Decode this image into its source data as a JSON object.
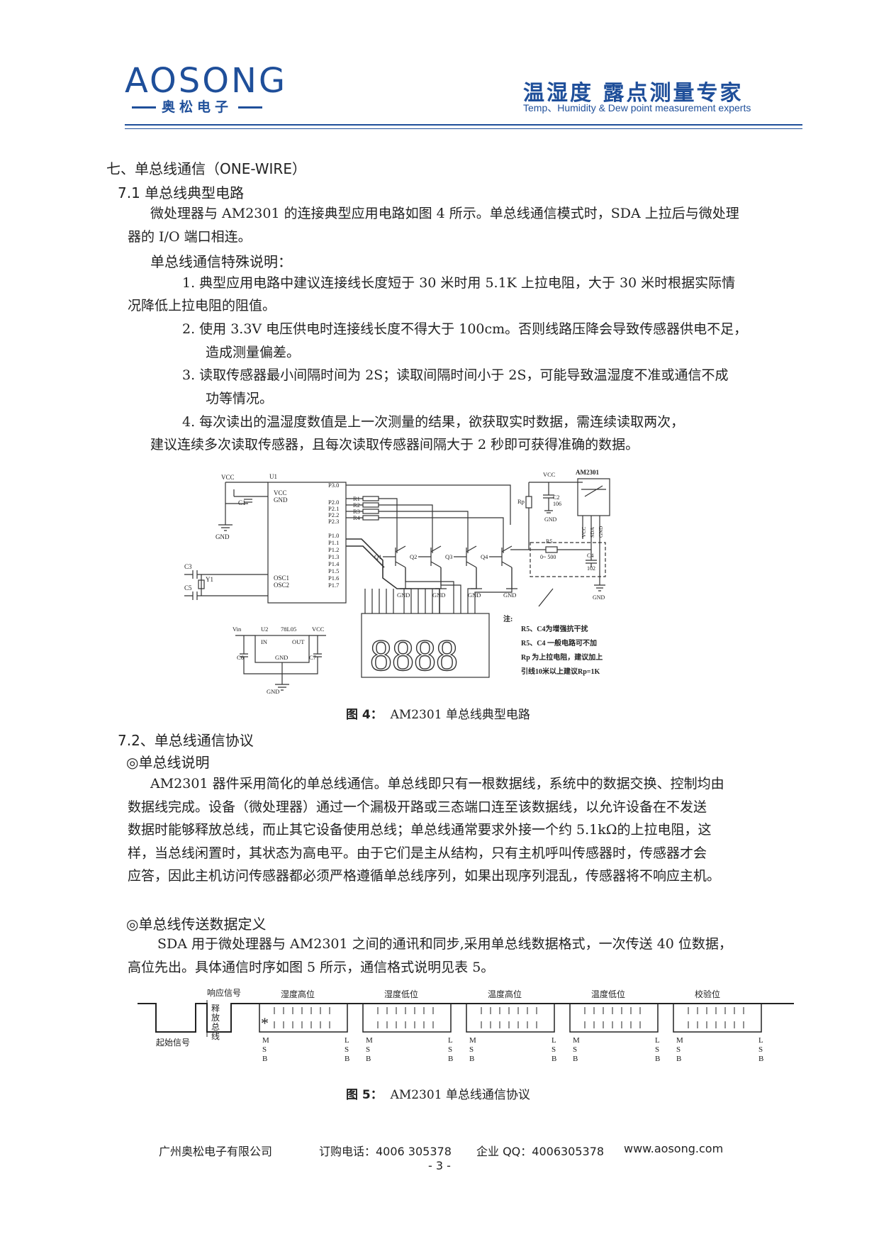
{
  "header": {
    "logo_text": "AOSONG",
    "logo_sub": "奥松电子",
    "slogan": "温湿度 露点测量专家",
    "slogan_en": "Temp、Humidity & Dew point measurement experts"
  },
  "section7": {
    "title": "七、单总线通信（ONE-WIRE）",
    "s71_title": "7.1 单总线典型电路",
    "s71_p1": "微处理器与 AM2301 的连接典型应用电路如图 4 所示。单总线通信模式时，SDA 上拉后与微处理",
    "s71_p1b": "器的 I/O 端口相连。",
    "special_title": "单总线通信特殊说明：",
    "item1a": "1.  典型应用电路中建议连接线长度短于 30 米时用 5.1K 上拉电阻，大于 30 米时根据实际情",
    "item1b": "况降低上拉电阻的阻值。",
    "item2a": "2.  使用 3.3V 电压供电时连接线长度不得大于 100cm。否则线路压降会导致传感器供电不足，",
    "item2b": "造成测量偏差。",
    "item3a": "3.  读取传感器最小间隔时间为 2S；读取间隔时间小于 2S，可能导致温湿度不准或通信不成",
    "item3b": "功等情况。",
    "item4a": "4.  每次读出的温湿度数值是上一次测量的结果，欲获取实时数据，需连续读取两次，",
    "item4b": "建议连续多次读取传感器，且每次读取传感器间隔大于 2 秒即可获得准确的数据。"
  },
  "fig4": {
    "caption_label": "图 4：",
    "caption_text": "AM2301 单总线典型电路",
    "labels": {
      "vcc": "VCC",
      "gnd": "GND",
      "u1": "U1",
      "c1": "C1",
      "c3": "C3",
      "c5": "C5",
      "y1": "Y1",
      "p30": "P3.0",
      "p20": "P2.0",
      "p21": "P2.1",
      "p22": "P2.2",
      "p23": "P2.3",
      "p10": "P1.0",
      "p11": "P1.1",
      "p12": "P1.2",
      "p13": "P1.3",
      "p14": "P1.4",
      "p15": "P1.5",
      "p16": "P1.6",
      "p17": "P1.7",
      "osc1": "OSC1",
      "osc2": "OSC2",
      "r1": "R1",
      "r2": "R2",
      "r3": "R3",
      "r4": "R4",
      "q1": "Q1",
      "q2": "Q2",
      "q3": "Q3",
      "q4": "Q4",
      "am2301": "AM2301",
      "rp": "Rp",
      "c2": "C2",
      "c2v": "106",
      "r5": "R5",
      "r5v": "0~ 500",
      "c4": "C4",
      "c4v": "102",
      "vin": "Vin",
      "u2": "U2",
      "u2m": "78L05",
      "in": "IN",
      "out": "OUT",
      "c6": "C6",
      "c7": "C7",
      "seg": "8888",
      "pin_vcc": "VCC",
      "pin_sda": "SDA",
      "pin_gnd": "GND",
      "note_title": "注:",
      "note1": "R5、C4为增强抗干扰",
      "note2": "R5、C4 一般电路可不加",
      "note3": "Rp 为上拉电阻，建议加上",
      "note4": "引线10米以上建议Rp=1K"
    }
  },
  "s72": {
    "title": "7.2、单总线通信协议",
    "sub1": "◎单总线说明",
    "p1": "AM2301 器件采用简化的单总线通信。单总线即只有一根数据线，系统中的数据交换、控制均由",
    "p2": "数据线完成。设备（微处理器）通过一个漏极开路或三态端口连至该数据线，以允许设备在不发送",
    "p3": "数据时能够释放总线，而止其它设备使用总线；单总线通常要求外接一个约 5.1kΩ的上拉电阻，这",
    "p4": "样，当总线闲置时，其状态为高电平。由于它们是主从结构，只有主机呼叫传感器时，传感器才会",
    "p5": "应答，因此主机访问传感器都必须严格遵循单总线序列，如果出现序列混乱，传感器将不响应主机。",
    "sub2": "◎单总线传送数据定义",
    "p6": "SDA 用于微处理器与 AM2301 之间的通讯和同步,采用单总线数据格式，一次传送 40 位数据，",
    "p7": "高位先出。具体通信时序如图 5 所示，通信格式说明见表 5。"
  },
  "fig5": {
    "caption_label": "图 5：",
    "caption_text": "AM2301 单总线通信协议",
    "response": "响应信号",
    "start": "起始信号",
    "release": [
      "释",
      "放",
      "总",
      "线"
    ],
    "star": "*",
    "bytes": [
      "湿度高位",
      "湿度低位",
      "温度高位",
      "温度低位",
      "校验位"
    ],
    "msb": [
      "M",
      "S",
      "B"
    ],
    "lsb": [
      "L",
      "S",
      "B"
    ]
  },
  "footer": {
    "company": "广州奥松电子有限公司",
    "phone": "订购电话：4006 305378",
    "qq": "企业 QQ：4006305378",
    "web": "www.aosong.com",
    "page": "- 3 -"
  }
}
